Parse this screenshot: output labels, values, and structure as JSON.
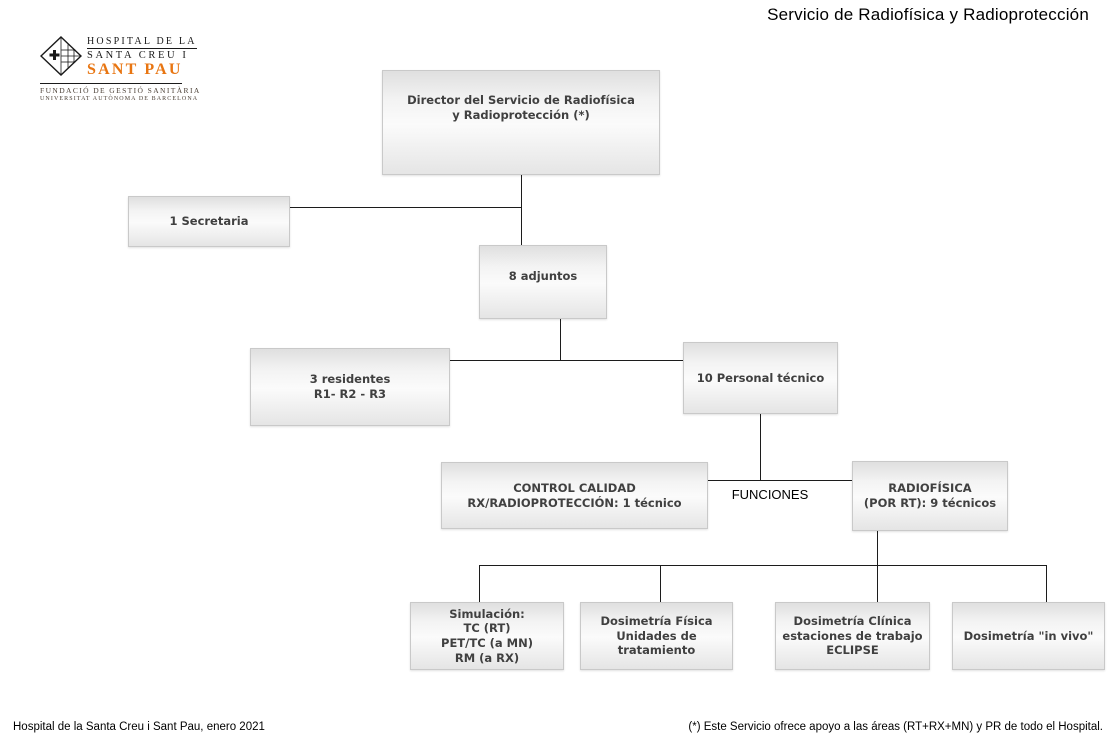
{
  "title": "Servicio de Radiofísica y Radioprotección",
  "logo": {
    "line1": "HOSPITAL DE LA",
    "line2": "SANTA CREU I",
    "line3": "SANT PAU",
    "line4": "FUNDACIÓ DE GESTIÓ SANITÀRIA",
    "line5": "UNIVERSITAT AUTÒNOMA DE BARCELONA"
  },
  "colors": {
    "brand_orange": "#e87511",
    "box_text": "#404040",
    "connector": "#1c1c1c"
  },
  "chart": {
    "nodes": {
      "director": "Director del Servicio de Radiofísica\ny Radioprotección (*)",
      "secretaria": "1 Secretaria",
      "adjuntos": "8 adjuntos",
      "residentes": "3 residentes\nR1- R2 - R3",
      "personal_tecnico": "10 Personal técnico",
      "control_calidad": "CONTROL CALIDAD\nRX/RADIOPROTECCIÓN: 1 técnico",
      "radiofisica": "RADIOFÍSICA\n(POR RT): 9 técnicos",
      "simulacion": "Simulación:\nTC (RT)\nPET/TC (a MN)\nRM (a RX)",
      "dosimetria_fisica": "Dosimetría Física\nUnidades de\ntratamiento",
      "dosimetria_clinica": "Dosimetría Clínica\nestaciones de trabajo\nECLIPSE",
      "dosimetria_in_vivo": "Dosimetría \"in vivo\""
    },
    "funciones_label": "FUNCIONES",
    "hierarchy": [
      {
        "from": "director",
        "to": [
          "secretaria",
          "adjuntos"
        ]
      },
      {
        "from": "adjuntos",
        "to": [
          "residentes",
          "personal_tecnico"
        ]
      },
      {
        "from": "personal_tecnico",
        "to": [
          "control_calidad",
          "radiofisica"
        ],
        "edge_label": "FUNCIONES"
      },
      {
        "from": "radiofisica",
        "to": [
          "simulacion",
          "dosimetria_fisica",
          "dosimetria_clinica",
          "dosimetria_in_vivo"
        ]
      }
    ]
  },
  "footer": {
    "left": "Hospital de la Santa Creu i Sant Pau, enero 2021",
    "right": "(*) Este Servicio  ofrece apoyo a las áreas (RT+RX+MN) y PR de todo el Hospital."
  }
}
